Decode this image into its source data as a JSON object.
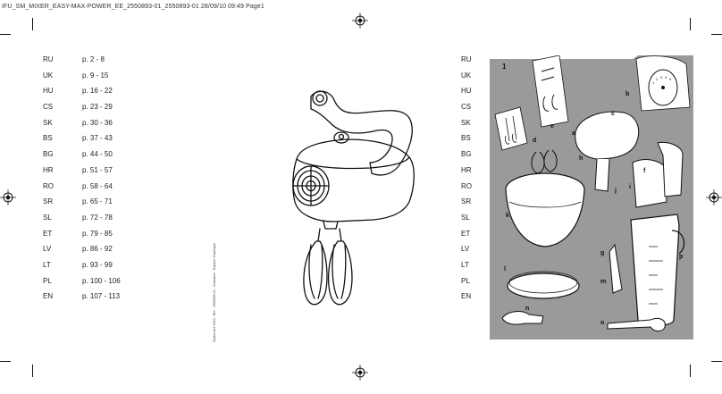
{
  "header": {
    "text": "IFU_SM_MIXER_EASY-MAX-POWER_EE_2550893-01_2550893-01  28/09/10  09:49  Page1"
  },
  "languages_left": [
    {
      "code": "RU",
      "pages": "p. 2 - 8"
    },
    {
      "code": "UK",
      "pages": "p. 9 - 15"
    },
    {
      "code": "HU",
      "pages": "p. 16 - 22"
    },
    {
      "code": "CS",
      "pages": "p. 23 - 29"
    },
    {
      "code": "SK",
      "pages": "p. 30 - 36"
    },
    {
      "code": "BS",
      "pages": "p. 37 - 43"
    },
    {
      "code": "BG",
      "pages": "p. 44 - 50"
    },
    {
      "code": "HR",
      "pages": "p. 51 - 57"
    },
    {
      "code": "RO",
      "pages": "p. 58 - 64"
    },
    {
      "code": "SR",
      "pages": "p. 65 - 71"
    },
    {
      "code": "SL",
      "pages": "p. 72 - 78"
    },
    {
      "code": "ET",
      "pages": "p. 79 - 85"
    },
    {
      "code": "LV",
      "pages": "p. 86 - 92"
    },
    {
      "code": "LT",
      "pages": "p. 93 - 99"
    },
    {
      "code": "PL",
      "pages": "p. 100 - 106"
    },
    {
      "code": "EN",
      "pages": "p. 107 - 113"
    }
  ],
  "languages_right": [
    "RU",
    "UK",
    "HU",
    "CS",
    "SK",
    "BS",
    "BG",
    "HR",
    "RO",
    "SR",
    "SL",
    "ET",
    "LV",
    "LT",
    "PL",
    "EN"
  ],
  "side_text": "Septembre 2010 - Ref. : 2550893-01 - réalisation : Espace Graphique",
  "figure": {
    "number": "1",
    "labels": {
      "a": "a",
      "b": "b",
      "c": "c",
      "d": "d",
      "e": "e",
      "f": "f",
      "g": "g",
      "h": "h",
      "i": "i",
      "j": "j",
      "k": "k",
      "l": "l",
      "m": "m",
      "n": "n",
      "o": "o",
      "p": "p"
    },
    "speed_dial": [
      "1",
      "2",
      "3",
      "4",
      "5"
    ]
  },
  "colors": {
    "panel_gray": "#9a9a9a",
    "line": "#111111"
  }
}
